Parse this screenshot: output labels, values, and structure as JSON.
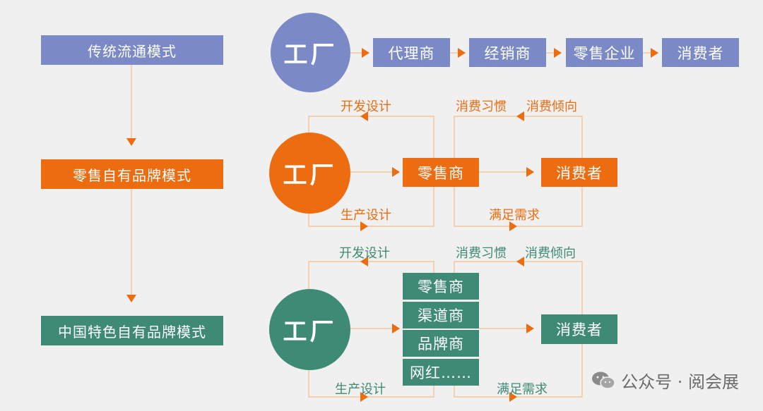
{
  "colors": {
    "blue": "#7b8ac7",
    "orange": "#ec6c0f",
    "green": "#3f8a75",
    "line_orange": "#f3c59b",
    "arrow_orange": "#ec6c0f"
  },
  "modes": {
    "traditional": "传统流通模式",
    "retail_brand": "零售自有品牌模式",
    "china_brand": "中国特色自有品牌模式"
  },
  "row1": {
    "factory": "工厂",
    "chain": [
      "代理商",
      "经销商",
      "零售企业",
      "消费者"
    ]
  },
  "row2": {
    "factory": "工厂",
    "retailer": "零售商",
    "consumer": "消费者",
    "develop_design": "开发设计",
    "produce_design": "生产设计",
    "habits": "消费习惯",
    "tendency": "消费倾向",
    "satisfy": "满足需求"
  },
  "row3": {
    "factory": "工厂",
    "channels": [
      "零售商",
      "渠道商",
      "品牌商",
      "网红……"
    ],
    "consumer": "消费者",
    "develop_design": "开发设计",
    "produce_design": "生产设计",
    "habits": "消费习惯",
    "tendency": "消费倾向",
    "satisfy": "满足需求"
  },
  "watermark": "公众号 · 阅会展",
  "icons": {
    "watermark": "wechat-icon",
    "arrow": "triangle-arrow-icon"
  }
}
